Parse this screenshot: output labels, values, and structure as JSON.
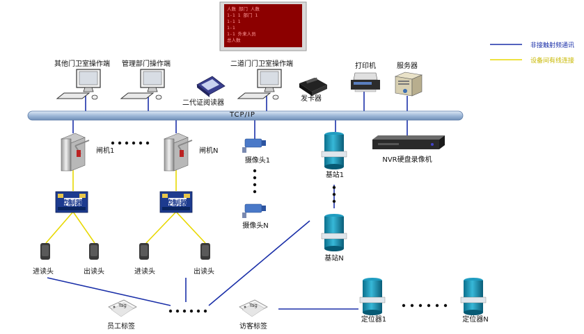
{
  "bus": {
    "label": "TCP/IP"
  },
  "legend": [
    {
      "text": "非接触射频通讯",
      "color": "#1a2fa8"
    },
    {
      "text": "设备间有线连接",
      "color": "#e8d800"
    }
  ],
  "display_board": {
    "lines": [
      "人数  部门  人数",
      "1-1  1  部门  1",
      "1-1  1",
      "1-1",
      "1-1  外来人员",
      "总人数"
    ]
  },
  "workstations": {
    "gate_guard_other": "其他门卫室操作端",
    "department": "管理部门操作端",
    "gate_guard_2": "二道门门卫室操作端"
  },
  "devices": {
    "id_reader": "二代证阅读器",
    "card_issuer": "发卡器",
    "printer": "打印机",
    "server": "服务器",
    "nvr": "NVR硬盘录像机"
  },
  "gates": {
    "gate1": "闸机1",
    "gateN": "闸机N"
  },
  "controllers": {
    "label": "控制器"
  },
  "readers": {
    "in1": "进读头",
    "out1": "出读头",
    "in2": "进读头",
    "out2": "出读头"
  },
  "cameras": {
    "cam1": "摄像头1",
    "camN": "摄像头N"
  },
  "base_stations": {
    "bs1": "基站1",
    "bsN": "基站N"
  },
  "tags": {
    "staff": "员工标签",
    "visitor": "访客标签",
    "tag_text": "Tag"
  },
  "locators": {
    "loc1": "定位器1",
    "locN": "定位器N"
  }
}
